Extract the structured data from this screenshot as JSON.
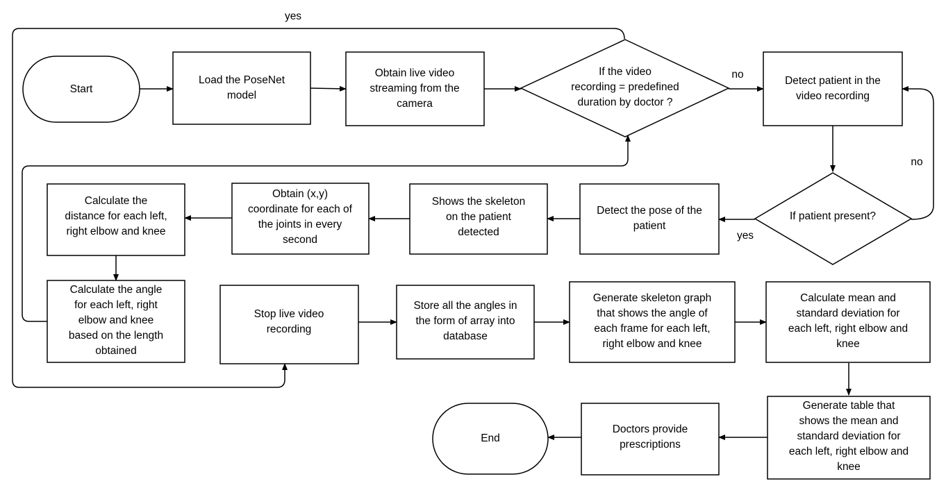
{
  "nodes": {
    "start": {
      "lines": [
        "Start"
      ]
    },
    "load_model": {
      "lines": [
        "Load the PoseNet",
        "model"
      ]
    },
    "obtain_video": {
      "lines": [
        "Obtain live video",
        "streaming from the",
        "camera"
      ]
    },
    "duration_check": {
      "lines": [
        "If the video",
        "recording = predefined",
        "duration by doctor ?"
      ]
    },
    "detect_patient": {
      "lines": [
        "Detect patient in the",
        "video recording"
      ]
    },
    "patient_present": {
      "lines": [
        "If patient present?"
      ]
    },
    "detect_pose": {
      "lines": [
        "Detect the pose of the",
        "patient"
      ]
    },
    "show_skeleton": {
      "lines": [
        "Shows the skeleton",
        "on the patient",
        "detected"
      ]
    },
    "obtain_coords": {
      "lines": [
        "Obtain (x,y)",
        "coordinate for each of",
        "the joints in every",
        "second"
      ]
    },
    "calc_distance": {
      "lines": [
        "Calculate the",
        "distance for each left,",
        "right elbow and knee"
      ]
    },
    "calc_angle": {
      "lines": [
        "Calculate the angle",
        "for each left, right",
        "elbow and knee",
        "based on the length",
        "obtained"
      ]
    },
    "stop_recording": {
      "lines": [
        "Stop live video",
        "recording"
      ]
    },
    "store_angles": {
      "lines": [
        "Store all the angles in",
        "the form of array into",
        "database"
      ]
    },
    "skeleton_graph": {
      "lines": [
        "Generate skeleton graph",
        "that shows the angle of",
        "each frame for each left,",
        "right elbow and knee"
      ]
    },
    "calc_mean": {
      "lines": [
        "Calculate mean and",
        "standard deviation for",
        "each left, right elbow and",
        "knee"
      ]
    },
    "gen_table": {
      "lines": [
        "Generate table that",
        "shows the mean and",
        "standard deviation for",
        "each left, right elbow and",
        "knee"
      ]
    },
    "prescriptions": {
      "lines": [
        "Doctors provide",
        "prescriptions"
      ]
    },
    "end": {
      "lines": [
        "End"
      ]
    }
  },
  "edge_labels": {
    "loop_yes": "yes",
    "duration_no": "no",
    "present_no": "no",
    "present_yes": "yes"
  },
  "colors": {
    "stroke": "#000000",
    "fill": "#ffffff"
  }
}
